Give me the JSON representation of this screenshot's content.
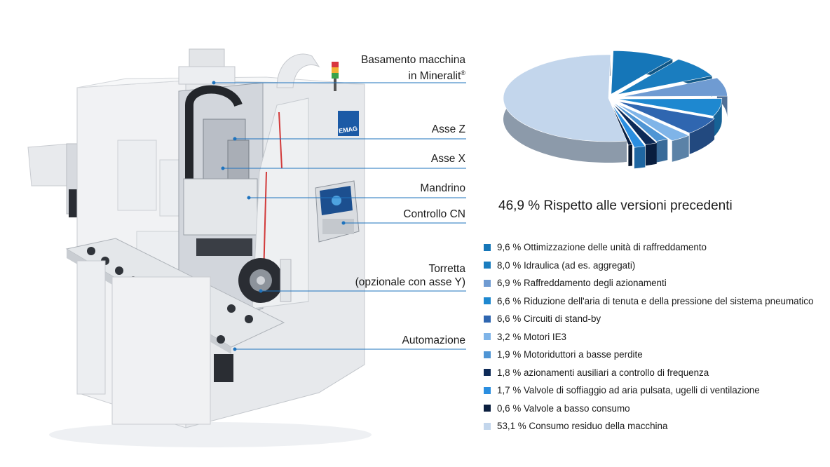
{
  "callouts": [
    {
      "id": "basamento",
      "lines": [
        "Basamento macchina",
        "in Mineralit"
      ],
      "sup": "®"
    },
    {
      "id": "asse-z",
      "lines": [
        "Asse Z"
      ]
    },
    {
      "id": "asse-x",
      "lines": [
        "Asse X"
      ]
    },
    {
      "id": "mandrino",
      "lines": [
        "Mandrino"
      ]
    },
    {
      "id": "controllo-cn",
      "lines": [
        "Controllo CN"
      ]
    },
    {
      "id": "torretta",
      "lines": [
        "Torretta",
        "(opzionale con asse Y)"
      ]
    },
    {
      "id": "automazione",
      "lines": [
        "Automazione"
      ]
    }
  ],
  "machine": {
    "brand_logo": "EMAG"
  },
  "headline": "46,9 % Rispetto alle versioni precedenti",
  "chart_data": {
    "type": "pie",
    "categories": [
      "Ottimizzazione delle unità di raffreddamento",
      "Idraulica (ad es. aggregati)",
      "Raffreddamento degli azionamenti",
      "Riduzione dell'aria di tenuta e della pressione del sistema pneumatico",
      "Circuiti di stand-by",
      "Motori IE3",
      "Motoriduttori a basse perdite",
      "azionamenti ausiliari a controllo di frequenza",
      "Valvole di soffiaggio ad aria pulsata, ugelli di ventilazione",
      "Valvole a basso consumo",
      "Consumo residuo della macchina"
    ],
    "values": [
      9.6,
      8.0,
      6.9,
      6.6,
      6.6,
      3.2,
      1.9,
      1.8,
      1.7,
      0.6,
      53.1
    ],
    "labels": [
      "9,6 % Ottimizzazione delle unità di raffreddamento",
      "8,0 % Idraulica (ad es. aggregati)",
      "6,9 % Raffreddamento degli azionamenti",
      "6,6 % Riduzione dell'aria di tenuta e della pressione del sistema pneumatico",
      "6,6 % Circuiti di stand-by",
      "3,2 % Motori IE3",
      "1,9 % Motoriduttori a basse perdite",
      "1,8 % azionamenti ausiliari a controllo di frequenza",
      "1,7 % Valvole di soffiaggio ad aria pulsata, ugelli di ventilazione",
      "0,6 % Valvole a basso consumo",
      "53,1 % Consumo residuo della macchina"
    ],
    "colors": [
      "#1576b8",
      "#1a7dbf",
      "#6f9bd2",
      "#1e88d0",
      "#2f66b0",
      "#7fb4e8",
      "#4f95d4",
      "#0d2a57",
      "#2b8ee0",
      "#0b1f3f",
      "#c3d6ec"
    ],
    "exploded_segments": "first ten (46,9 %)",
    "legend_position": "bottom-right"
  }
}
